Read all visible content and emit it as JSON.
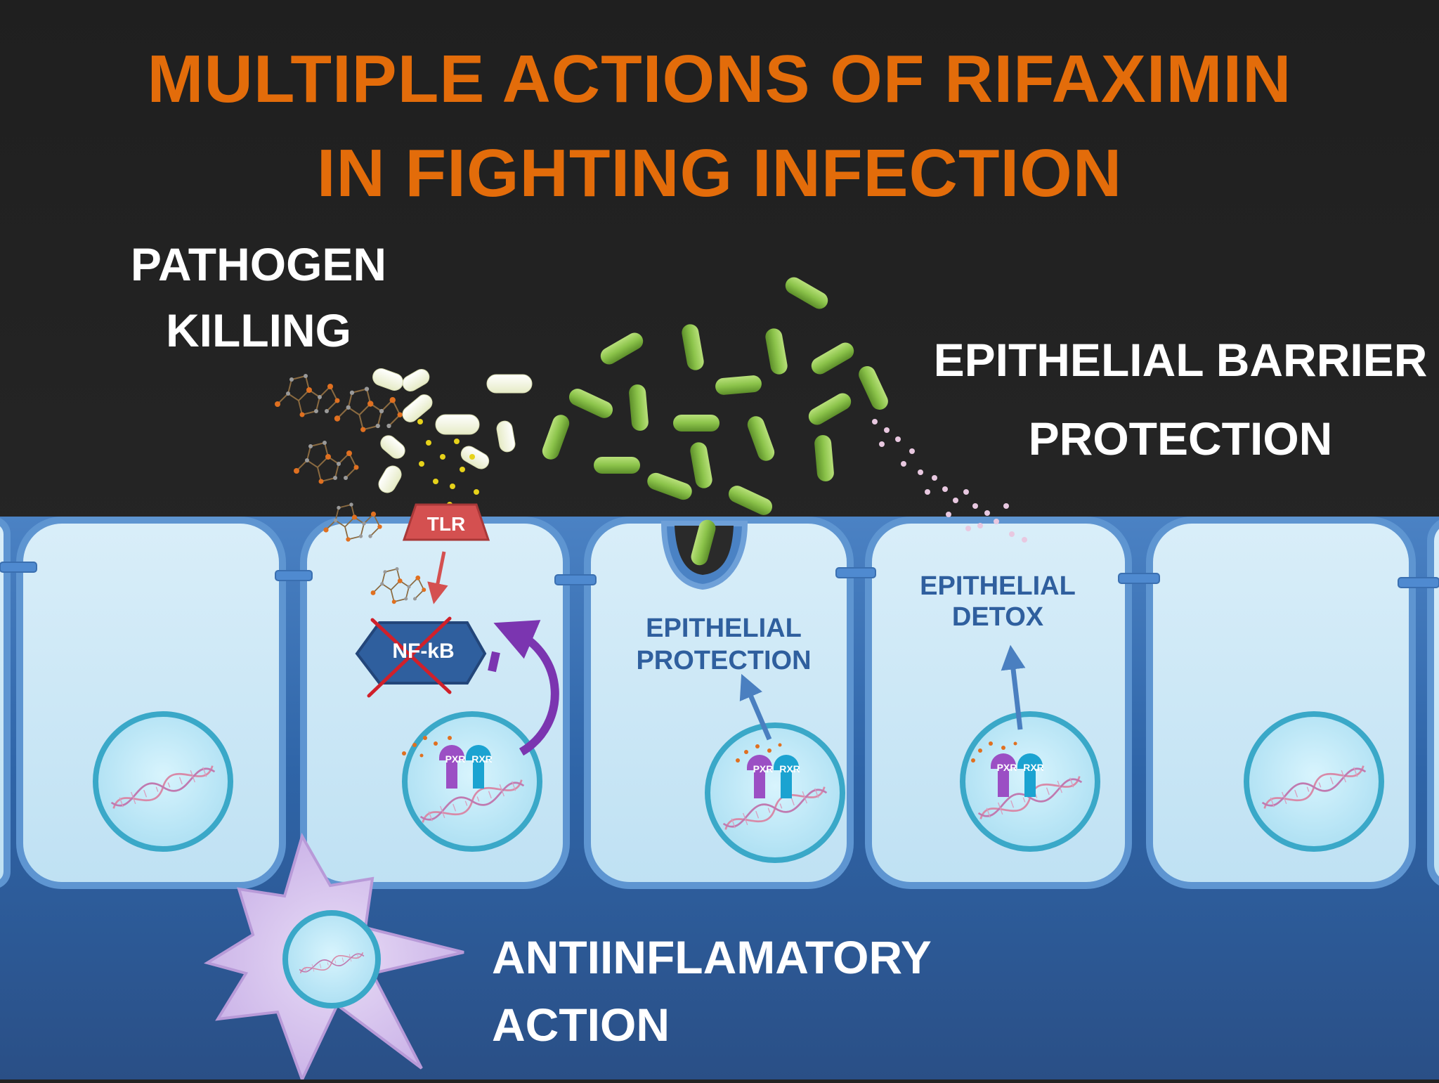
{
  "title": {
    "line1": "MULTIPLE ACTIONS OF RIFAXIMIN",
    "line2": "IN FIGHTING INFECTION"
  },
  "labels": {
    "pathogen_killing": [
      "PATHOGEN",
      "KILLING"
    ],
    "epithelial_barrier": [
      "EPITHELIAL BARRIER",
      "PROTECTION"
    ],
    "epithelial_protection": [
      "EPITHELIAL",
      "PROTECTION"
    ],
    "epithelial_detox": [
      "EPITHELIAL",
      "DETOX"
    ],
    "antiinflammatory": [
      "ANTIINFLAMATORY",
      "ACTION"
    ]
  },
  "receptors": {
    "tlr": "TLR",
    "nfkb": "NF-kB",
    "pxr": "PXR",
    "rxr": "RXR"
  },
  "colors": {
    "background": "#222222",
    "title": "#e36c0a",
    "tissue": "#3a70b4",
    "cell": "#cfe8f6",
    "bacteria": "#8bc34a",
    "pxr": "#9b4fc4",
    "rxr": "#1ba3d1",
    "tlr": "#d45050",
    "nfkb": "#2f5f9e"
  },
  "icons": [
    "dna-icon",
    "rifaximin-molecule-icon",
    "bacterium-icon",
    "dendritic-cell-icon",
    "inhibition-cross-icon"
  ]
}
